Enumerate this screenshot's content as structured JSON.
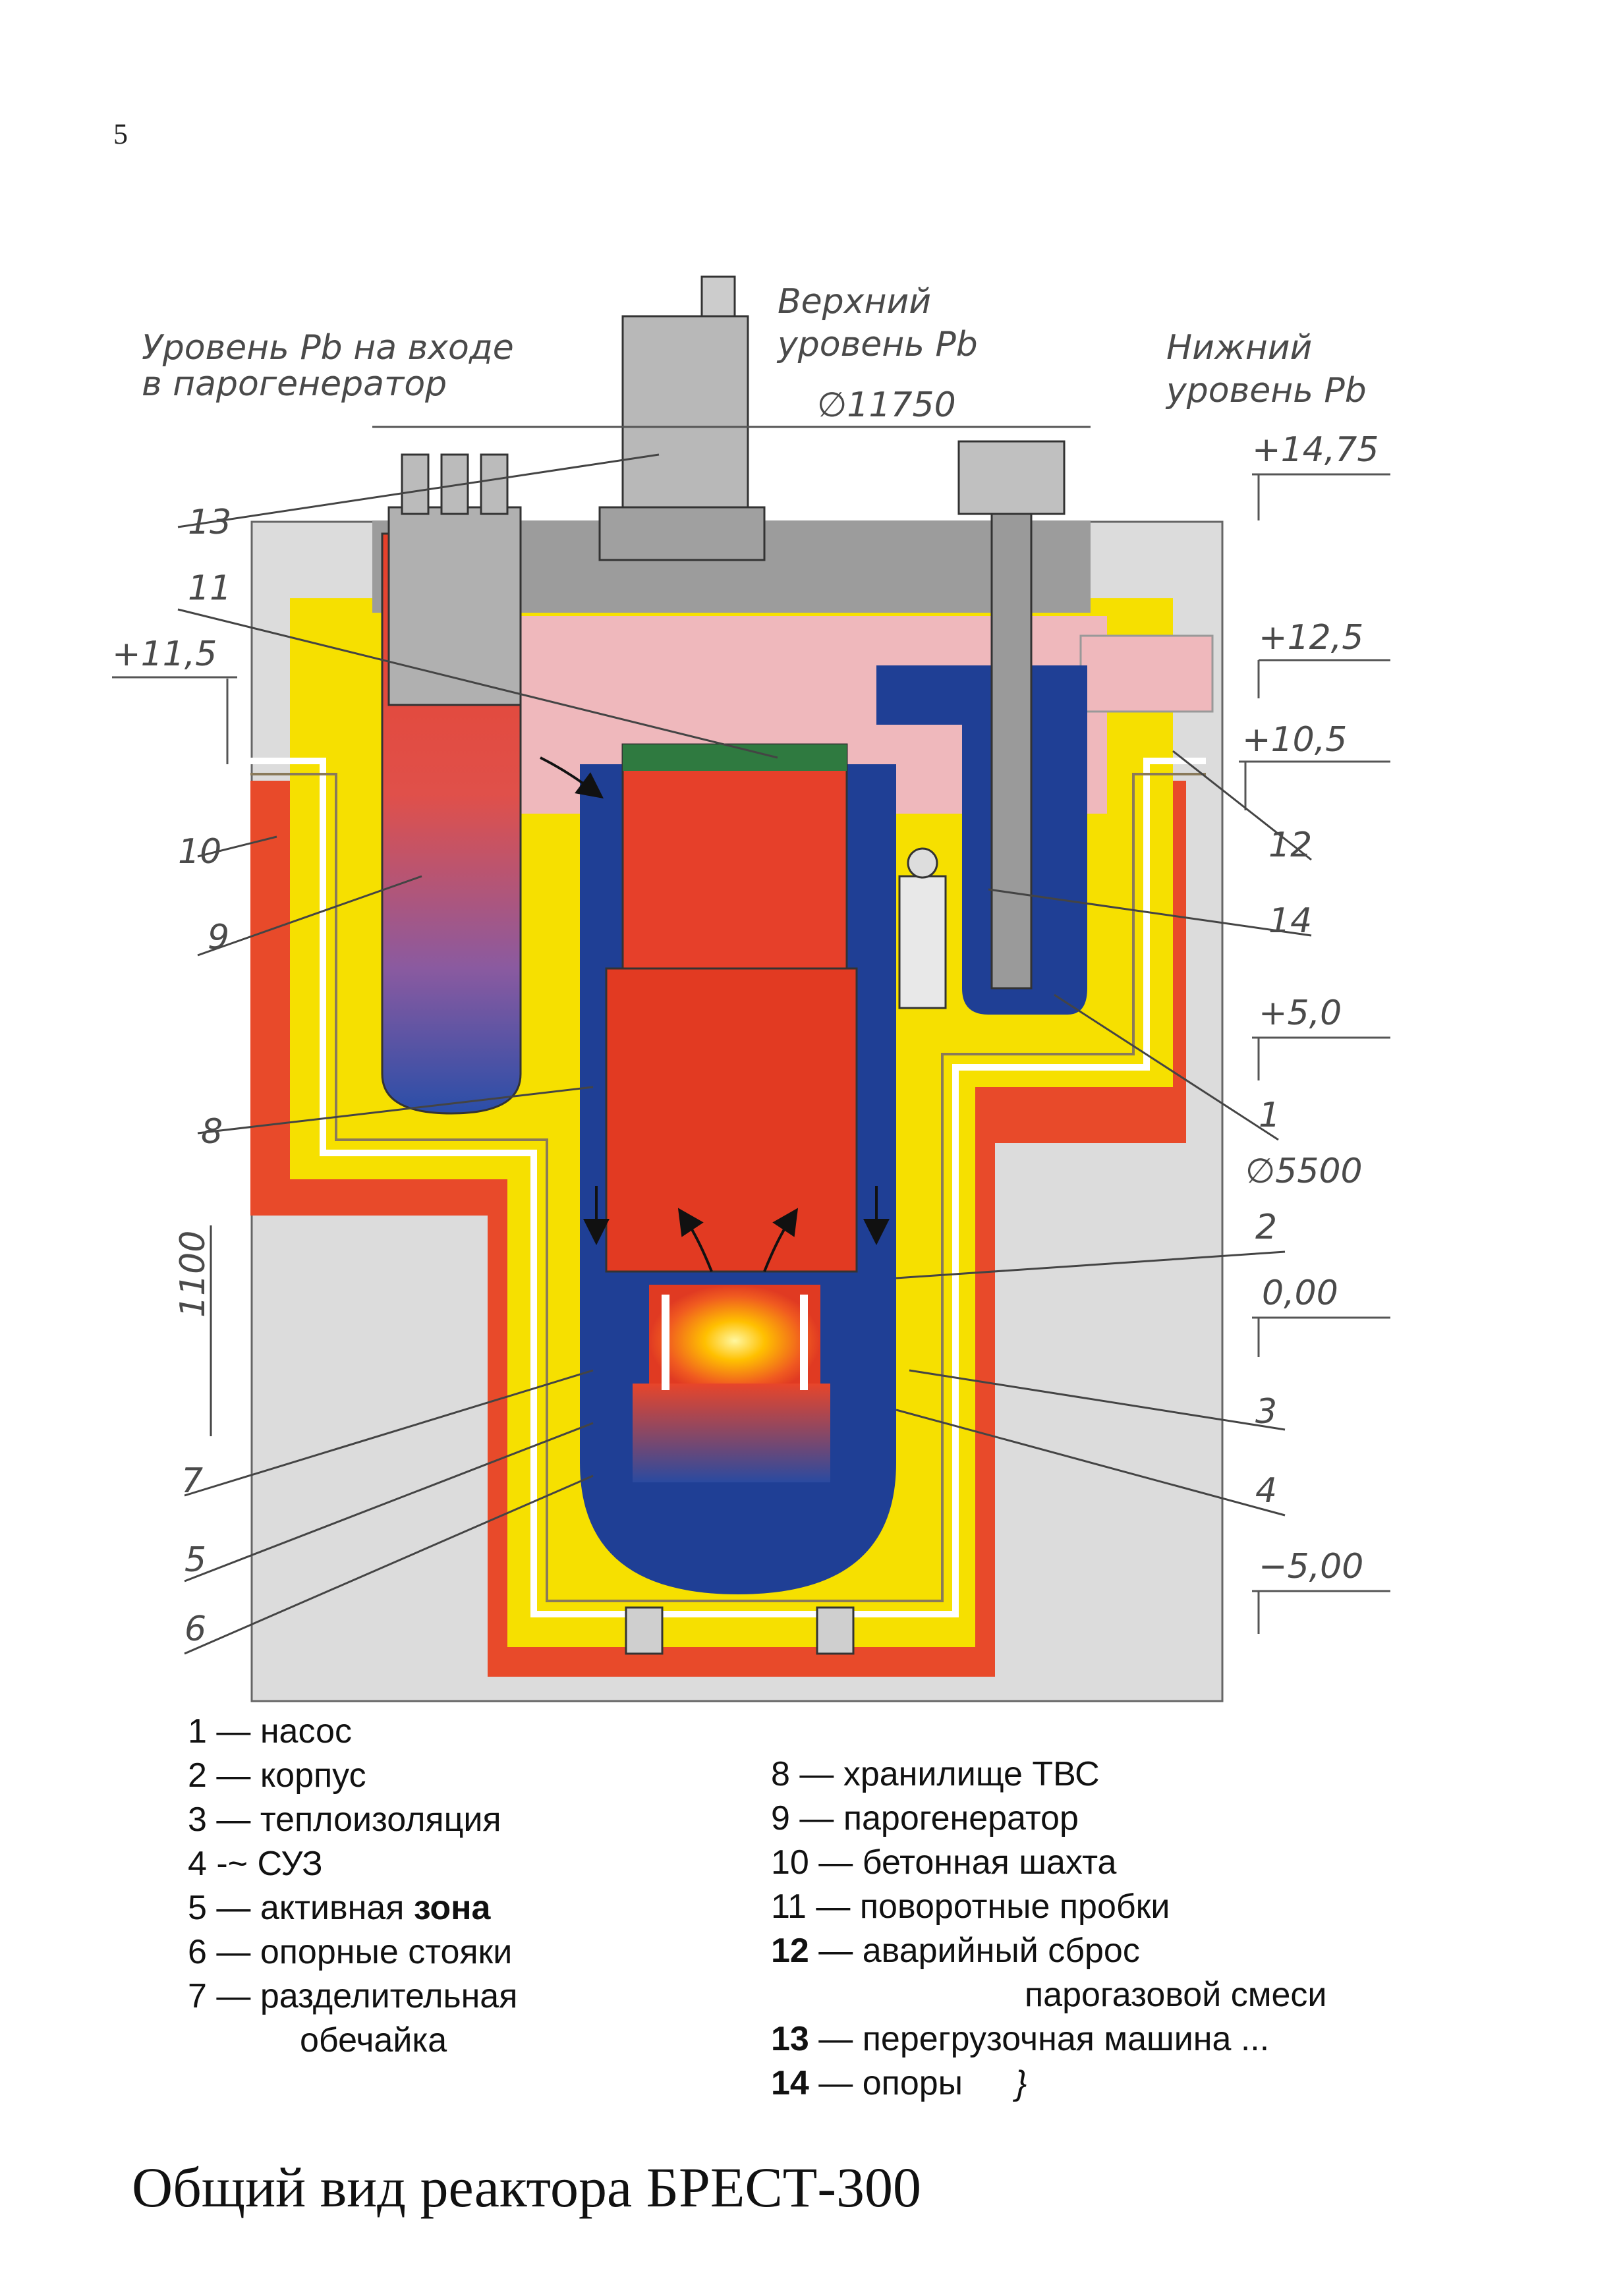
{
  "page_number": "5",
  "labels": {
    "pb_inlet": [
      "Уровень Pb на входе",
      "в парогенератор"
    ],
    "pb_upper": [
      "Верхний",
      "уровень Pb"
    ],
    "pb_lower": [
      "Нижний",
      "уровень Pb"
    ],
    "diam_top": "∅11750",
    "diam_mid": "∅5500",
    "dim_1100": "1100"
  },
  "elevations": [
    "+14,75",
    "+12,5",
    "+11,5",
    "+10,5",
    "+5,0",
    "0,00",
    "−5,00"
  ],
  "callouts": [
    "13",
    "11",
    "10",
    "9",
    "8",
    "7",
    "5",
    "6",
    "12",
    "14",
    "1",
    "2",
    "3",
    "4"
  ],
  "legend_left": [
    {
      "num": "1",
      "dash": " — ",
      "text": "насос"
    },
    {
      "num": "2",
      "dash": " — ",
      "text": "корпус"
    },
    {
      "num": "3",
      "dash": " — ",
      "text": "теплоизоляция"
    },
    {
      "num": "4",
      "dash": " -~ ",
      "text": "СУЗ"
    },
    {
      "num": "5",
      "dash": " — ",
      "text": "активная ",
      "bold": "зона"
    },
    {
      "num": "6",
      "dash": " — ",
      "text": "опорные стояки"
    },
    {
      "num": "7",
      "dash": " — ",
      "text": "разделительная"
    },
    {
      "cont": "обечайка"
    }
  ],
  "legend_right": [
    {
      "num": "8",
      "dash": " — ",
      "text": "хранилище ТВС"
    },
    {
      "num": "9",
      "dash": " — ",
      "text": "парогенератор"
    },
    {
      "num": "10",
      "dash": " — ",
      "text": "бетонная шахта"
    },
    {
      "num": "11",
      "dash": " — ",
      "text": "поворотные пробки"
    },
    {
      "num": "12",
      "dash": " — ",
      "text": "аварийный сброс",
      "bold_num": true
    },
    {
      "cont": "парогазовой смеси"
    },
    {
      "num": "13",
      "dash": " — ",
      "text": "перегрузочная машина ...",
      "bold_num": true
    },
    {
      "num": "14",
      "dash": " — ",
      "text": "опоры",
      "bold_num": true,
      "extra": "}"
    }
  ],
  "caption": "Общий вид реактора БРЕСТ-300",
  "colors": {
    "concrete": "#d9d9d9",
    "yellow": "#f6e000",
    "orange_red": "#e8452a",
    "cover_gray": "#9a9a9a",
    "gas_pink": "#efb3b8",
    "lead_blue": "#1f3f95",
    "hot_red": "#e23a22",
    "green": "#2f7a40"
  }
}
